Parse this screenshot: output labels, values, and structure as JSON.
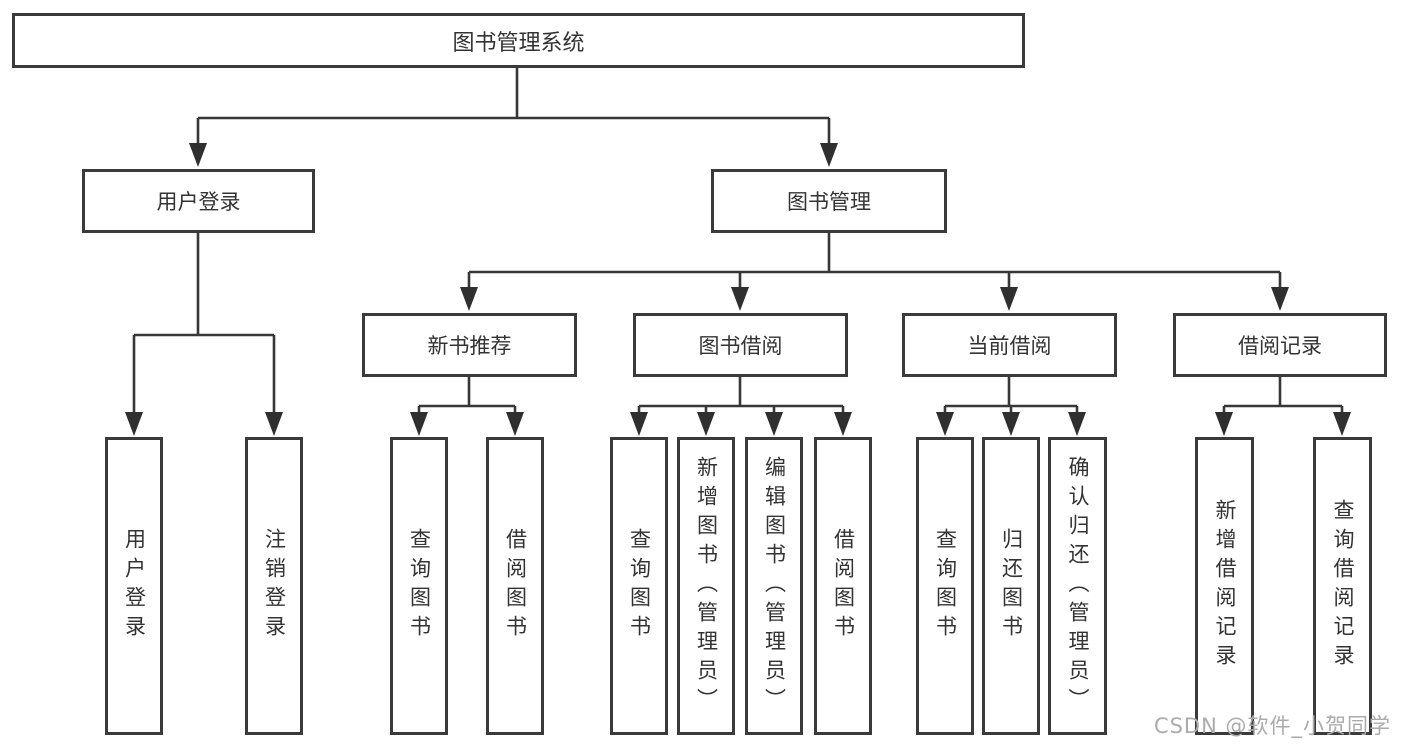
{
  "colors": {
    "background": "#ffffff",
    "line": "#373737",
    "arrow": "#2f2f2f",
    "box_border": "#3a3a3a",
    "text": "#333333",
    "watermark": "#ababab"
  },
  "tree": {
    "root": {
      "label": "图书管理系统",
      "children": [
        {
          "label": "用户登录",
          "children": [
            {
              "label": "用户登录"
            },
            {
              "label": "注销登录"
            }
          ]
        },
        {
          "label": "图书管理",
          "children": [
            {
              "label": "新书推荐",
              "children": [
                {
                  "label": "查询图书"
                },
                {
                  "label": "借阅图书"
                }
              ]
            },
            {
              "label": "图书借阅",
              "children": [
                {
                  "label": "查询图书"
                },
                {
                  "label": "新增图书（管理员）"
                },
                {
                  "label": "编辑图书（管理员）"
                },
                {
                  "label": "借阅图书"
                }
              ]
            },
            {
              "label": "当前借阅",
              "children": [
                {
                  "label": "查询图书"
                },
                {
                  "label": "归还图书"
                },
                {
                  "label": "确认归还（管理员）"
                }
              ]
            },
            {
              "label": "借阅记录",
              "children": [
                {
                  "label": "新增借阅记录"
                },
                {
                  "label": "查询借阅记录"
                }
              ]
            }
          ]
        }
      ]
    }
  },
  "watermark": {
    "text": "CSDN @软件_小贺同学"
  }
}
